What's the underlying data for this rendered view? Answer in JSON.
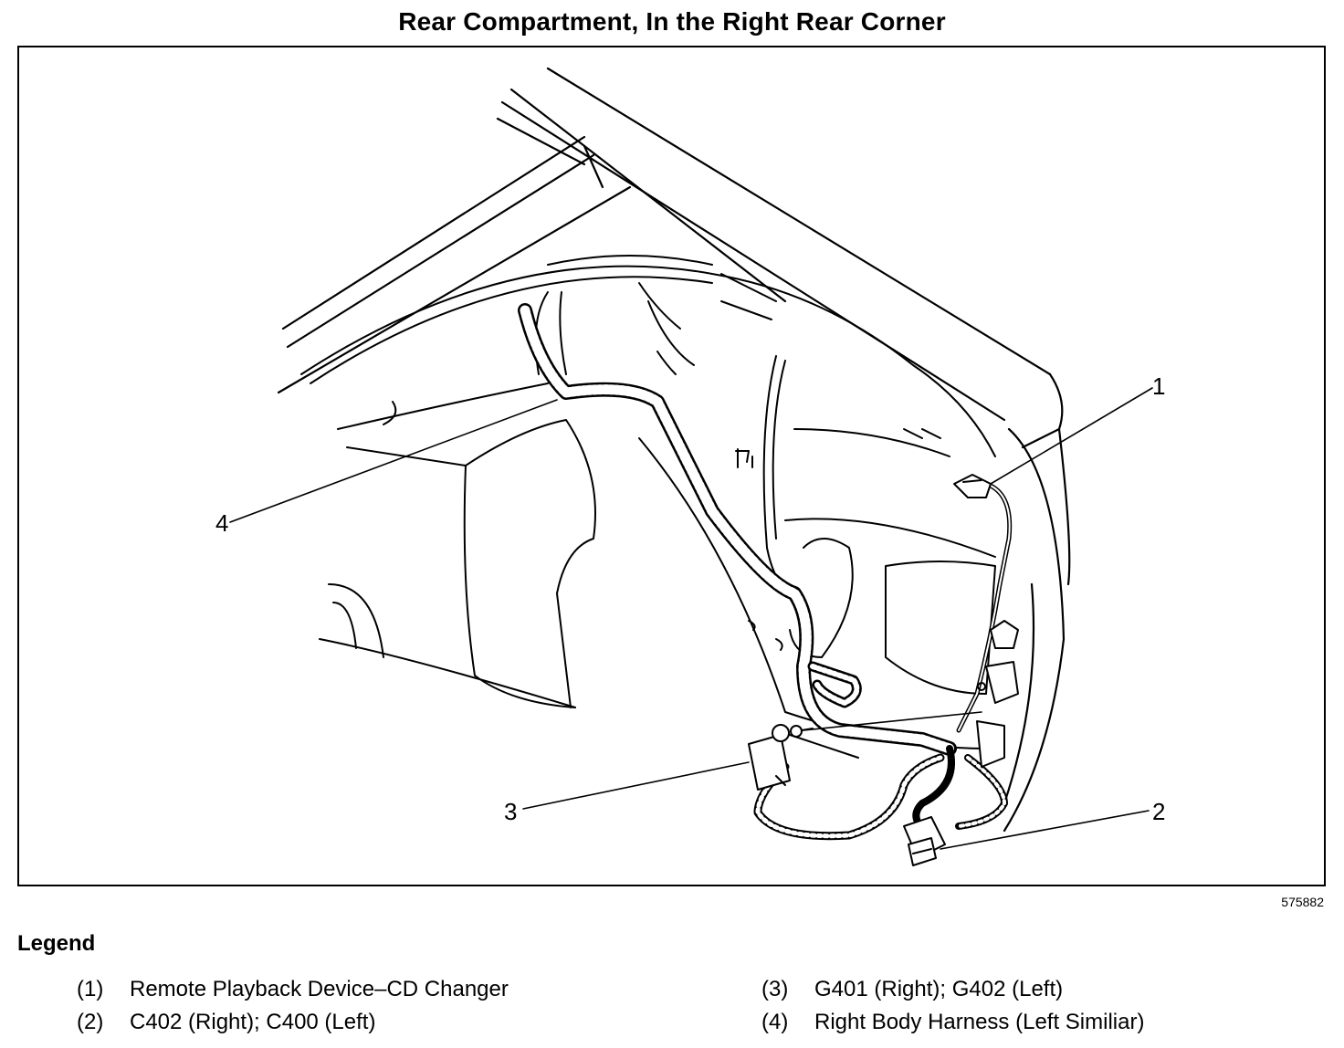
{
  "title": "Rear Compartment, In the Right Rear Corner",
  "figure_number": "575882",
  "callouts": [
    "1",
    "2",
    "3",
    "4"
  ],
  "legend": {
    "heading": "Legend",
    "items": [
      {
        "number": "(1)",
        "text": "Remote Playback Device–CD Changer"
      },
      {
        "number": "(2)",
        "text": "C402 (Right); C400 (Left)"
      },
      {
        "number": "(3)",
        "text": "G401 (Right); G402 (Left)"
      },
      {
        "number": "(4)",
        "text": "Right Body Harness (Left Similiar)"
      }
    ]
  }
}
